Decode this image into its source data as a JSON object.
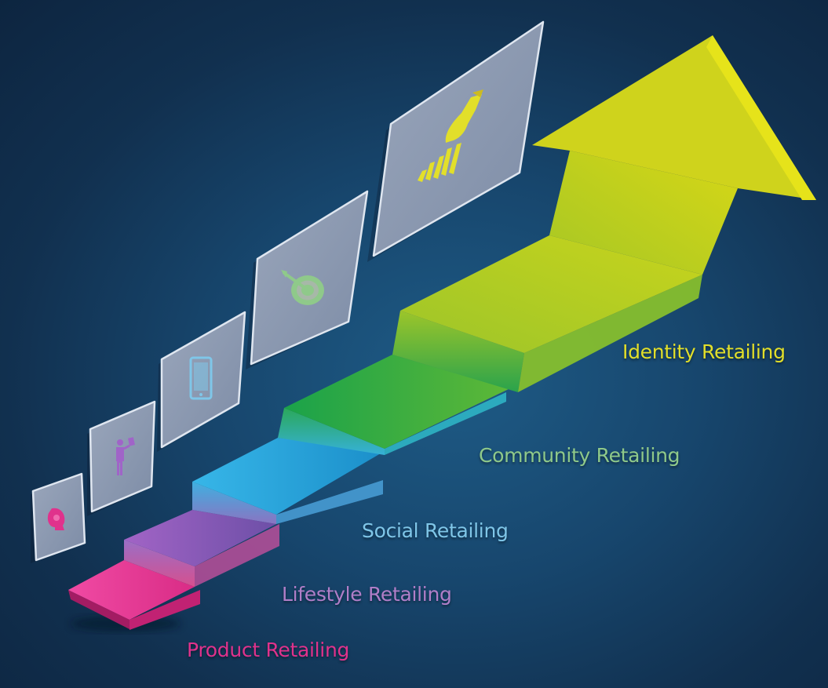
{
  "stages": [
    {
      "label": "Product Retailing",
      "color": "#e0328c",
      "icon": "head-icon"
    },
    {
      "label": "Lifestyle Retailing",
      "color": "#b07ec8",
      "icon": "person-tablet-icon"
    },
    {
      "label": "Social Retailing",
      "color": "#7fc6e8",
      "icon": "smartphone-icon"
    },
    {
      "label": "Community Retailing",
      "color": "#8fc98a",
      "icon": "target-dart-icon"
    },
    {
      "label": "Identity Retailing",
      "color": "#e2df2a",
      "icon": "hand-bar-chart-icon"
    }
  ],
  "colors": {
    "background": "#13395c",
    "panel": "#8d9bb2",
    "arrow": "#d4d61e"
  }
}
